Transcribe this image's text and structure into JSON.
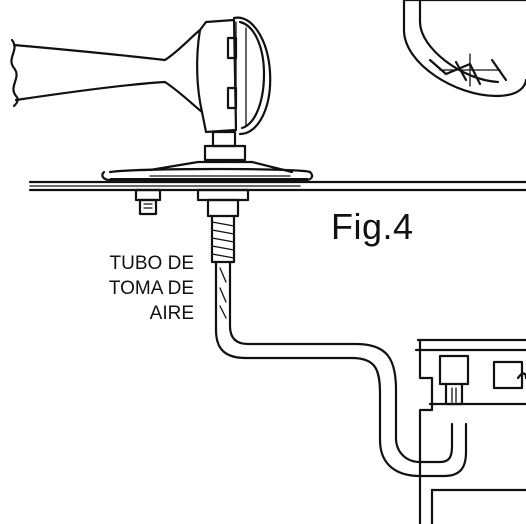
{
  "figure": {
    "caption": "Fig.4",
    "callout_lines": [
      "TUBO DE",
      "TOMA DE",
      "AIRE"
    ]
  },
  "colors": {
    "ink": "#111111",
    "paper": "#ffffff"
  }
}
